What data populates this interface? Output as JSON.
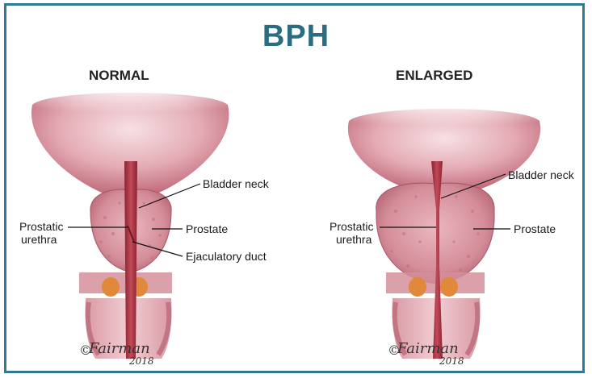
{
  "title": "BPH",
  "panels": {
    "normal": {
      "heading": "NORMAL",
      "labels": {
        "bladder_neck": "Bladder neck",
        "prostatic": "Prostatic",
        "urethra": "urethra",
        "prostate": "Prostate",
        "ejaculatory_duct": "Ejaculatory duct"
      },
      "signature": "Fairman",
      "year": "2018"
    },
    "enlarged": {
      "heading": "ENLARGED",
      "labels": {
        "bladder_neck": "Bladder neck",
        "prostatic": "Prostatic",
        "urethra": "urethra",
        "prostate": "Prostate"
      },
      "signature": "Fairman",
      "year": "2018"
    }
  },
  "colors": {
    "border": "#2f7a94",
    "title": "#2b6d80",
    "tissue": "#c97a86",
    "tissue_dark": "#9e3a4c",
    "urethra": "#a8323f",
    "gland": "#d99aa4",
    "seminal": "#e0893a"
  }
}
